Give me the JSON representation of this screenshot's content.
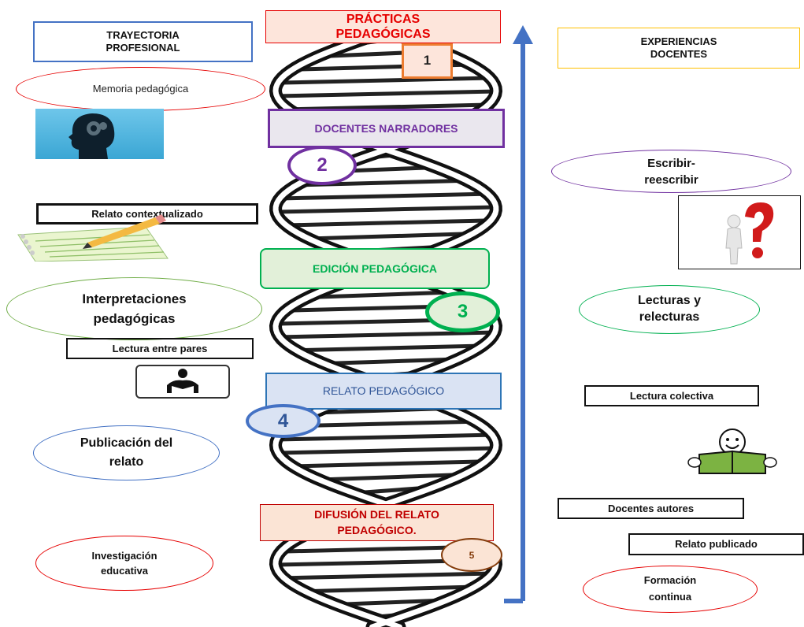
{
  "stages": {
    "s1": {
      "title": "PRÁCTICAS PEDAGÓGICAS",
      "number": "1"
    },
    "s2": {
      "title": "DOCENTES NARRADORES",
      "number": "2"
    },
    "s3": {
      "title": "EDICIÓN PEDAGÓGICA",
      "number": "3"
    },
    "s4": {
      "title": "RELATO PEDAGÓGICO",
      "number": "4"
    },
    "s5": {
      "title": "DIFUSIÓN DEL RELATO PEDAGÓGICO.",
      "number": "5"
    }
  },
  "left": {
    "header": "TRAYECTORIA PROFESIONAL",
    "memoria": "Memoria pedagógica",
    "relato_contextualizado": "Relato contextualizado",
    "interpretaciones": "Interpretaciones pedagógicas",
    "lectura_pares": "Lectura entre pares",
    "publicacion": "Publicación del relato",
    "investigacion": "Investigación educativa"
  },
  "right": {
    "header": "EXPERIENCIAS DOCENTES",
    "escribir": "Escribir- reescribir",
    "lecturas": "Lecturas y relecturas",
    "lectura_colectiva": "Lectura colectiva",
    "docentes_autores": "Docentes autores",
    "relato_publicado": "Relato publicado",
    "formacion": "Formación continua"
  },
  "icons": [
    "head-icon",
    "notepad-icon",
    "question-person-icon",
    "reader-icon",
    "reading-person-icon"
  ],
  "colors": {
    "red": "#e60000",
    "orange": "#ed7d31",
    "purple": "#7030a0",
    "green": "#00b050",
    "blue": "#4472c4",
    "darkred": "#c00000",
    "gold": "#ffc000",
    "arrow": "#4472c4"
  }
}
